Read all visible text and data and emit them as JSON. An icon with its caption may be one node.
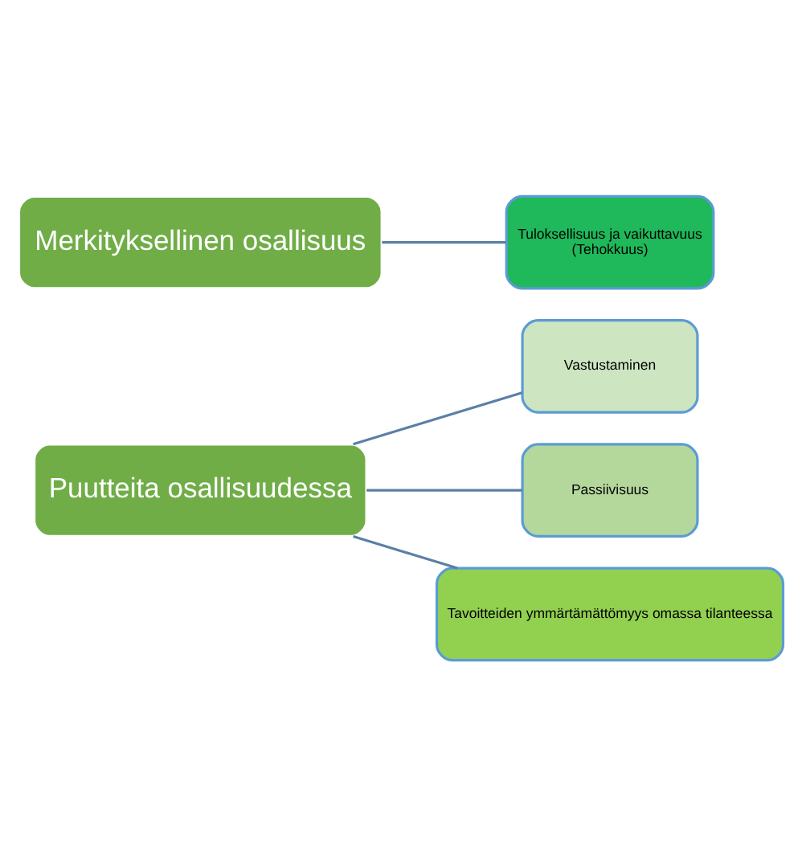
{
  "diagram": {
    "nodes": [
      {
        "text": [
          "Puutteita osallisuudessa"
        ]
      },
      {
        "text": [
          "Vastustaminen"
        ]
      },
      {
        "text": [
          "Passiivisuus"
        ]
      },
      {
        "text": [
          "Tavoitteiden ymmärtämättömyys omassa tilanteessa"
        ]
      },
      {
        "text": [
          "Merkityksellinen osallisuus"
        ]
      },
      {
        "text": [
          "Tuloksellisuus ja vaikuttavuus",
          "(Tehokkuus)"
        ]
      }
    ],
    "edges": [
      {
        "from": 0,
        "to": 1,
        "arrow": "none"
      },
      {
        "from": 0,
        "to": 2,
        "arrow": "none"
      },
      {
        "from": 0,
        "to": 3,
        "arrow": "none"
      },
      {
        "from": 4,
        "to": 5,
        "arrow": "none"
      }
    ]
  }
}
